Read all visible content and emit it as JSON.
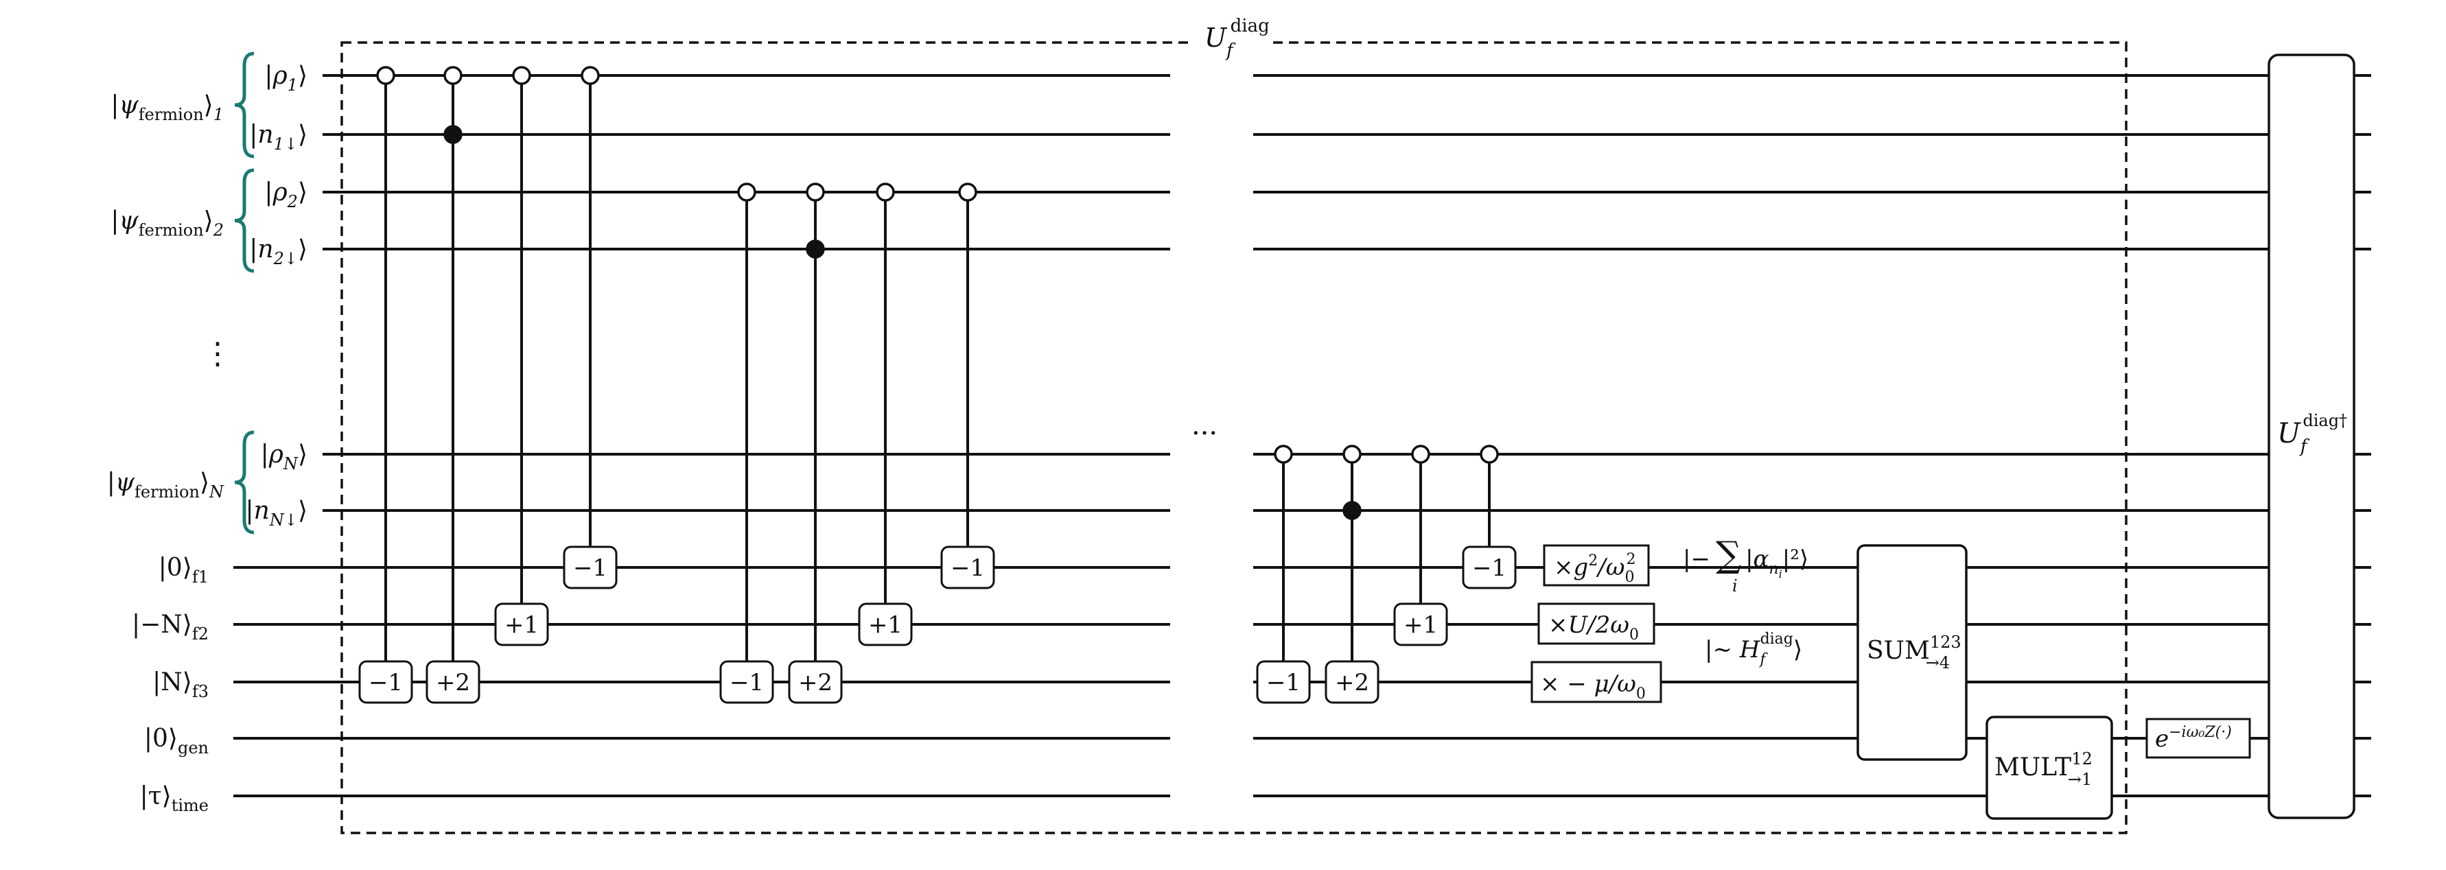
{
  "title": "U_f^diag",
  "title_base": "U",
  "title_sub": "f",
  "title_sup": "diag",
  "groups": [
    {
      "name": "|ψ",
      "sub": "fermion",
      "suffix": "⟩",
      "index": "1"
    },
    {
      "name": "|ψ",
      "sub": "fermion",
      "suffix": "⟩",
      "index": "2"
    },
    {
      "name": "|ψ",
      "sub": "fermion",
      "suffix": "⟩",
      "index": "N"
    }
  ],
  "vdots": "⋮",
  "ellipsis": "···",
  "wires": [
    {
      "base": "|ρ",
      "sub": "1",
      "close": "⟩"
    },
    {
      "base": "|n",
      "sub": "1↓",
      "close": "⟩"
    },
    {
      "base": "|ρ",
      "sub": "2",
      "close": "⟩"
    },
    {
      "base": "|n",
      "sub": "2↓",
      "close": "⟩"
    },
    {
      "base": "|ρ",
      "sub": "N",
      "close": "⟩"
    },
    {
      "base": "|n",
      "sub": "N↓",
      "close": "⟩"
    },
    {
      "base": "|0⟩",
      "sub": "f1",
      "close": ""
    },
    {
      "base": "|−N⟩",
      "sub": "f2",
      "close": ""
    },
    {
      "base": "|N⟩",
      "sub": "f3",
      "close": ""
    },
    {
      "base": "|0⟩",
      "sub": "gen",
      "close": ""
    },
    {
      "base": "|τ⟩",
      "sub": "time",
      "close": ""
    }
  ],
  "gate_labels": {
    "minus1": "−1",
    "plus1": "+1",
    "plus2": "+2"
  },
  "mult_boxes": [
    {
      "pre": "×",
      "main": "g",
      "sup": "2",
      "mid": "/ω",
      "sub0": "0",
      "sup2": "2"
    },
    {
      "text": "×U/2ω",
      "sub": "0"
    },
    {
      "text": "× − μ/ω",
      "sub": "0"
    }
  ],
  "annotations": {
    "alpha_open": "|−",
    "alpha_sum": "∑",
    "alpha_sum_sub": "i",
    "alpha_body": "|α",
    "alpha_body_sub": "n",
    "alpha_body_subsub": "i",
    "alpha_close": "|²⟩",
    "h_open": "|∼ H",
    "h_sub": "f",
    "h_sup": "diag",
    "h_close": "⟩"
  },
  "sum_gate": {
    "base": "SUM",
    "sup": "123",
    "sub": "→4"
  },
  "mult_gate": {
    "base": "MULT",
    "sup": "12",
    "sub": "→1"
  },
  "phase_gate": {
    "base": "e",
    "sup": "−iω₀Z(·)"
  },
  "dagger_gate": {
    "base": "U",
    "sub": "f",
    "sup": "diag†"
  },
  "colors": {
    "ink": "#111111",
    "brace": "#1c7a74",
    "background": "#ffffff"
  }
}
